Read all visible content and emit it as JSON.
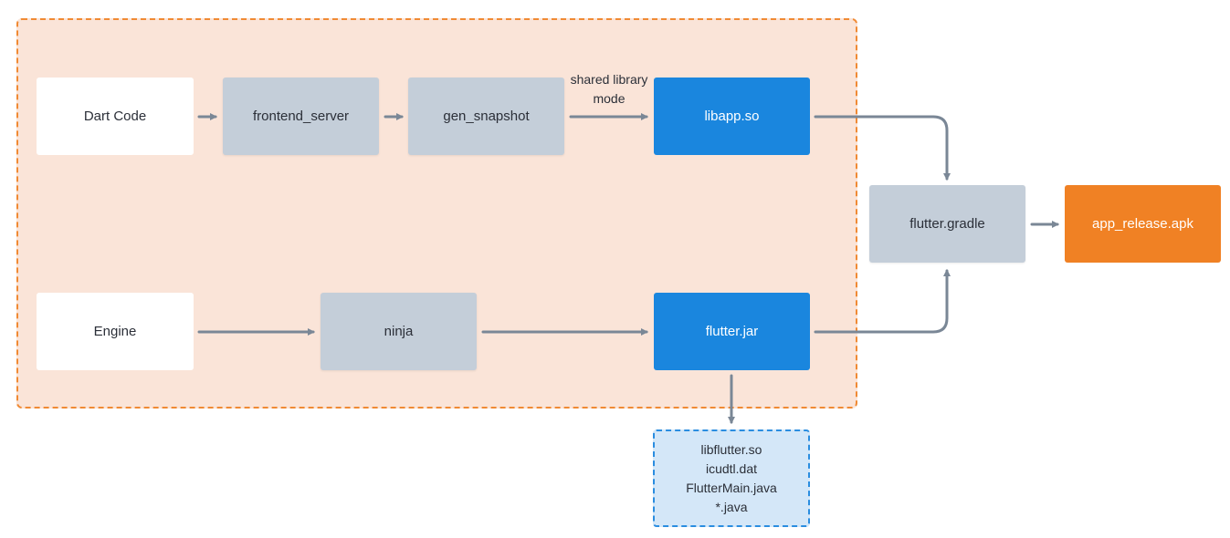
{
  "nodes": {
    "dart_code": "Dart Code",
    "frontend_server": "frontend_server",
    "gen_snapshot": "gen_snapshot",
    "libapp_so": "libapp.so",
    "engine": "Engine",
    "ninja": "ninja",
    "flutter_jar": "flutter.jar",
    "flutter_gradle": "flutter.gradle",
    "app_release_apk": "app_release.apk"
  },
  "edge_labels": {
    "shared_library_mode_line1": "shared library",
    "shared_library_mode_line2": "mode"
  },
  "jar_contents": [
    "libflutter.so",
    "icudtl.dat",
    "FlutterMain.java",
    "*.java"
  ],
  "colors": {
    "region_fill": "#fae4d8",
    "region_border": "#f08a34",
    "gray_node": "#c4ced9",
    "blue_node": "#1a86de",
    "orange_node": "#f08124",
    "files_fill": "#d4e7f8",
    "arrow": "#7a8796"
  }
}
